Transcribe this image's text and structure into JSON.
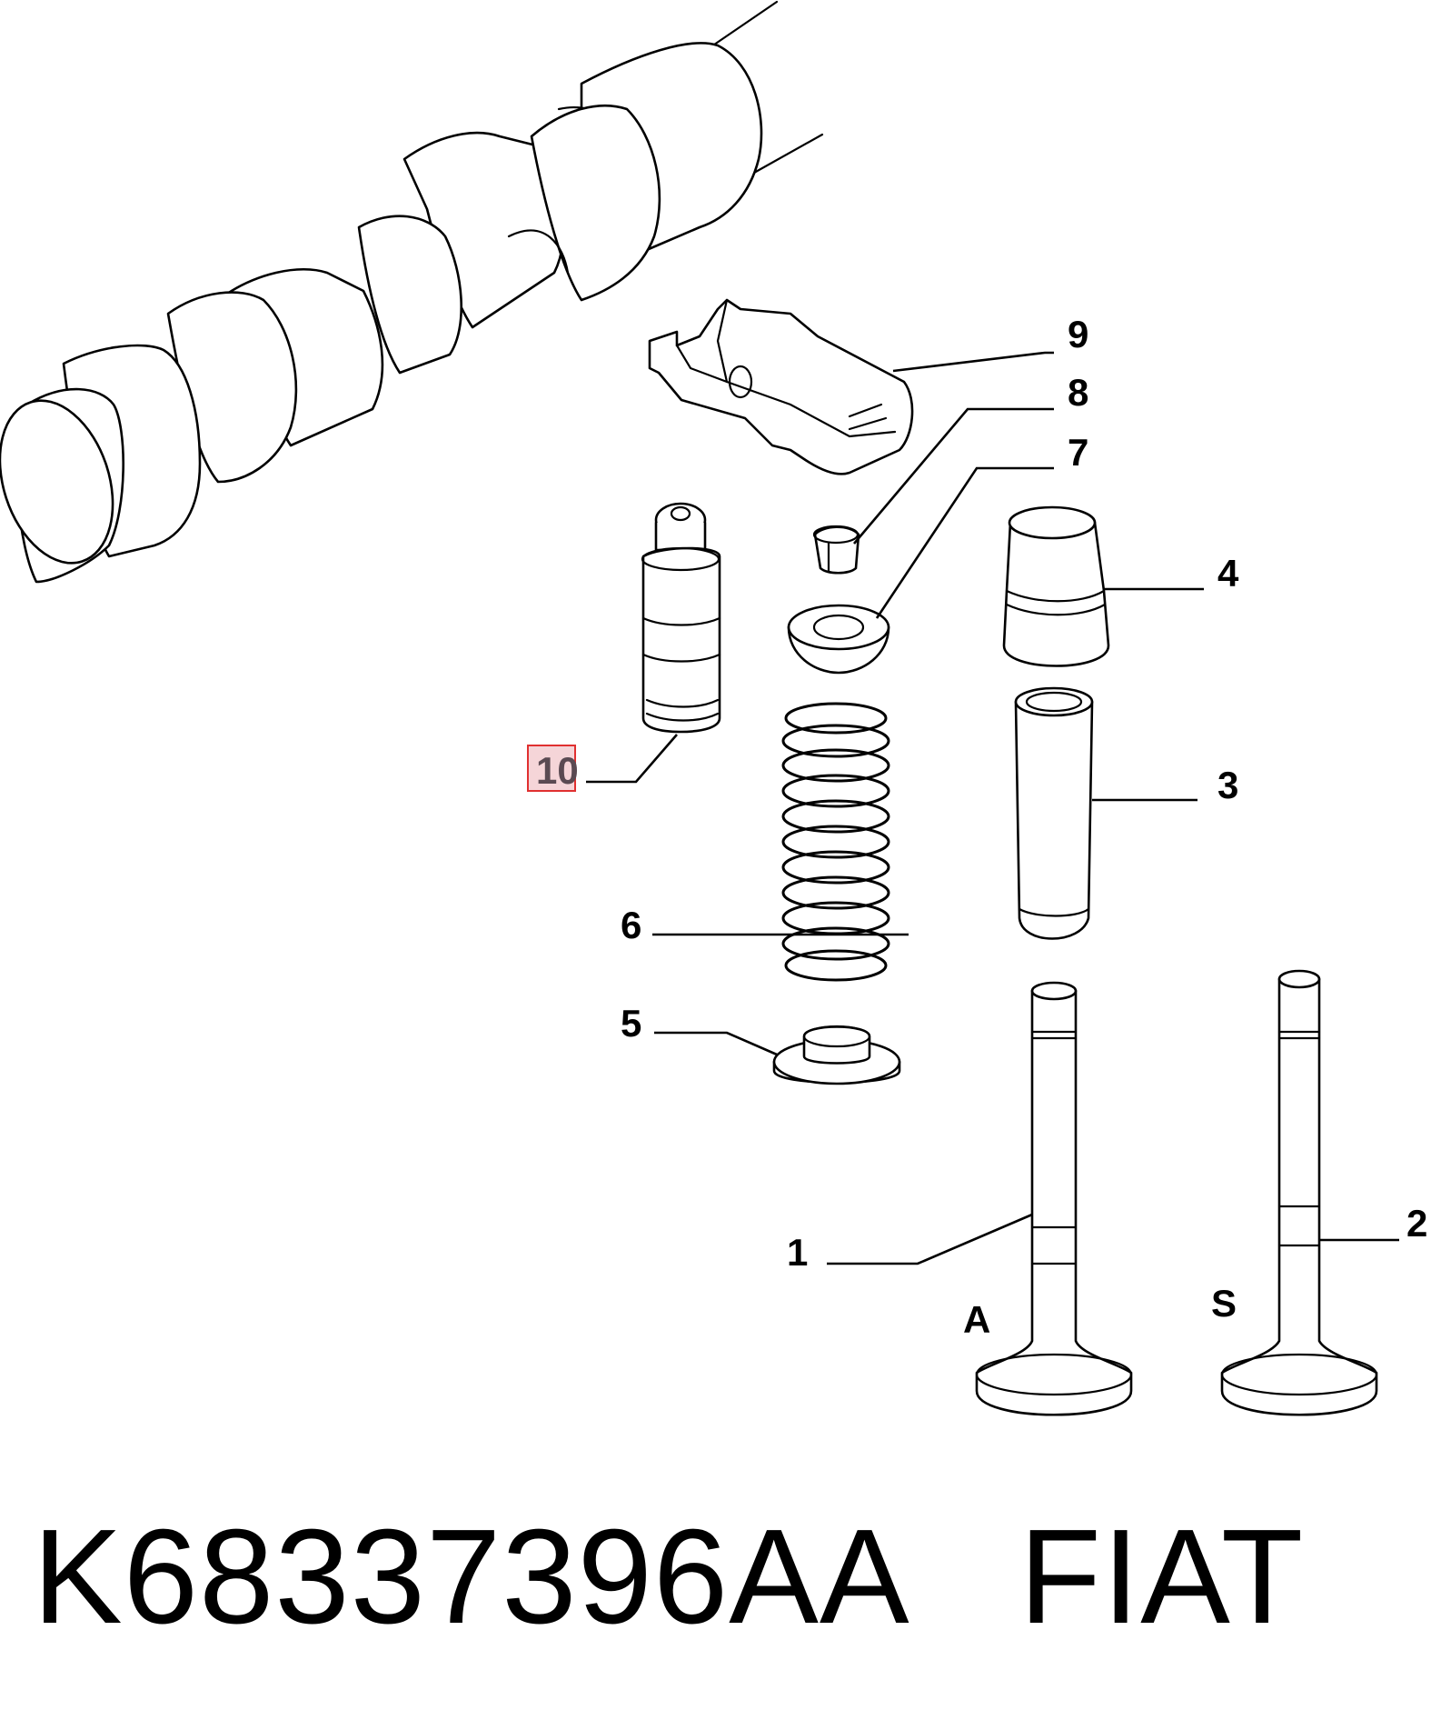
{
  "callouts": {
    "c1": "1",
    "c2": "2",
    "c3": "3",
    "c4": "4",
    "c5": "5",
    "c6": "6",
    "c7": "7",
    "c8": "8",
    "c9": "9",
    "c10": "10"
  },
  "valve_labels": {
    "intake": "A",
    "exhaust": "S"
  },
  "highlight": {
    "callout": "10",
    "color": "#e03030",
    "fill": "#f5d5d8"
  },
  "caption": {
    "part_number": "K68337396AA",
    "brand": "FIAT"
  }
}
